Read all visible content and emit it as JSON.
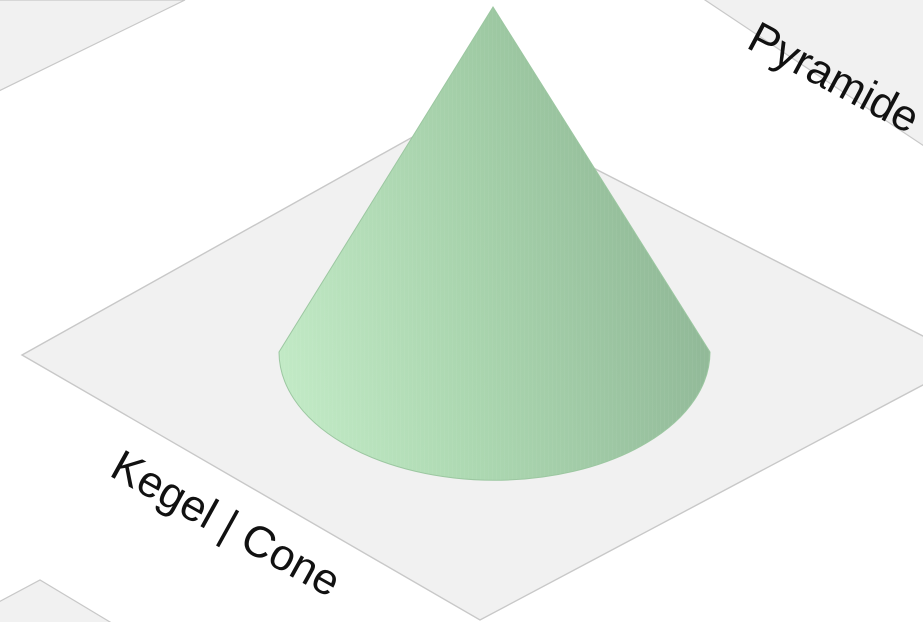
{
  "labels": {
    "cone": "Kegel | Cone",
    "pyramid": "Pyramide"
  },
  "colors": {
    "background": "#ffffff",
    "plate_fill": "#f1f1f1",
    "plate_edge": "#c8c8c8",
    "cone_light": "#c2ecc6",
    "cone_mid": "#a6d3ab",
    "cone_dark": "#8fb996",
    "label_text": "#111111"
  },
  "shapes": {
    "main": "cone",
    "partial_shape": "pyramid"
  }
}
